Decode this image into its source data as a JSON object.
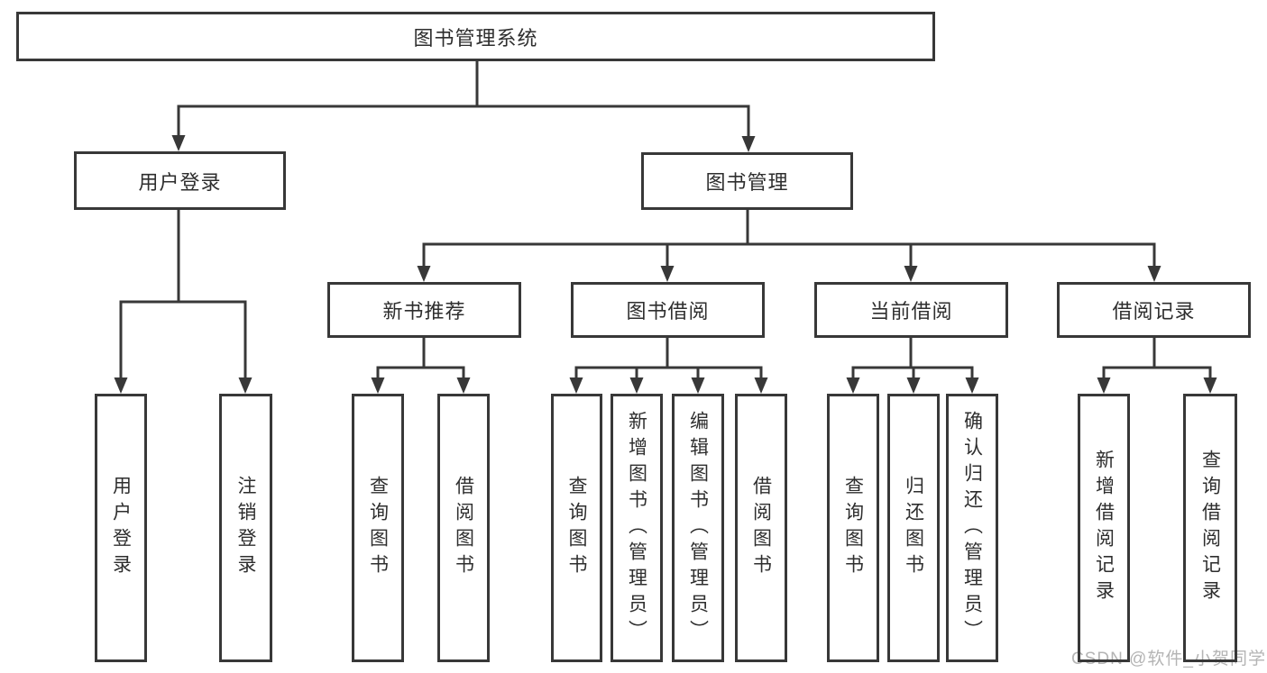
{
  "tree": {
    "root": "图书管理系统",
    "branches": [
      {
        "label": "用户登录",
        "children": [
          "用户登录",
          "注销登录"
        ]
      },
      {
        "label": "图书管理",
        "sections": [
          {
            "label": "新书推荐",
            "children": [
              "查询图书",
              "借阅图书"
            ]
          },
          {
            "label": "图书借阅",
            "children": [
              "查询图书",
              "新增图书（管理员）",
              "编辑图书（管理员）",
              "借阅图书"
            ]
          },
          {
            "label": "当前借阅",
            "children": [
              "查询图书",
              "归还图书",
              "确认归还（管理员）"
            ]
          },
          {
            "label": "借阅记录",
            "children": [
              "新增借阅记录",
              "查询借阅记录"
            ]
          }
        ]
      }
    ]
  },
  "watermark": {
    "text": "CSDN @软件_小贺同学"
  },
  "colors": {
    "line": "#383838",
    "box_border": "#383838",
    "text": "#2e2e2e",
    "watermark": "#b4b4b4",
    "background": "#ffffff"
  }
}
